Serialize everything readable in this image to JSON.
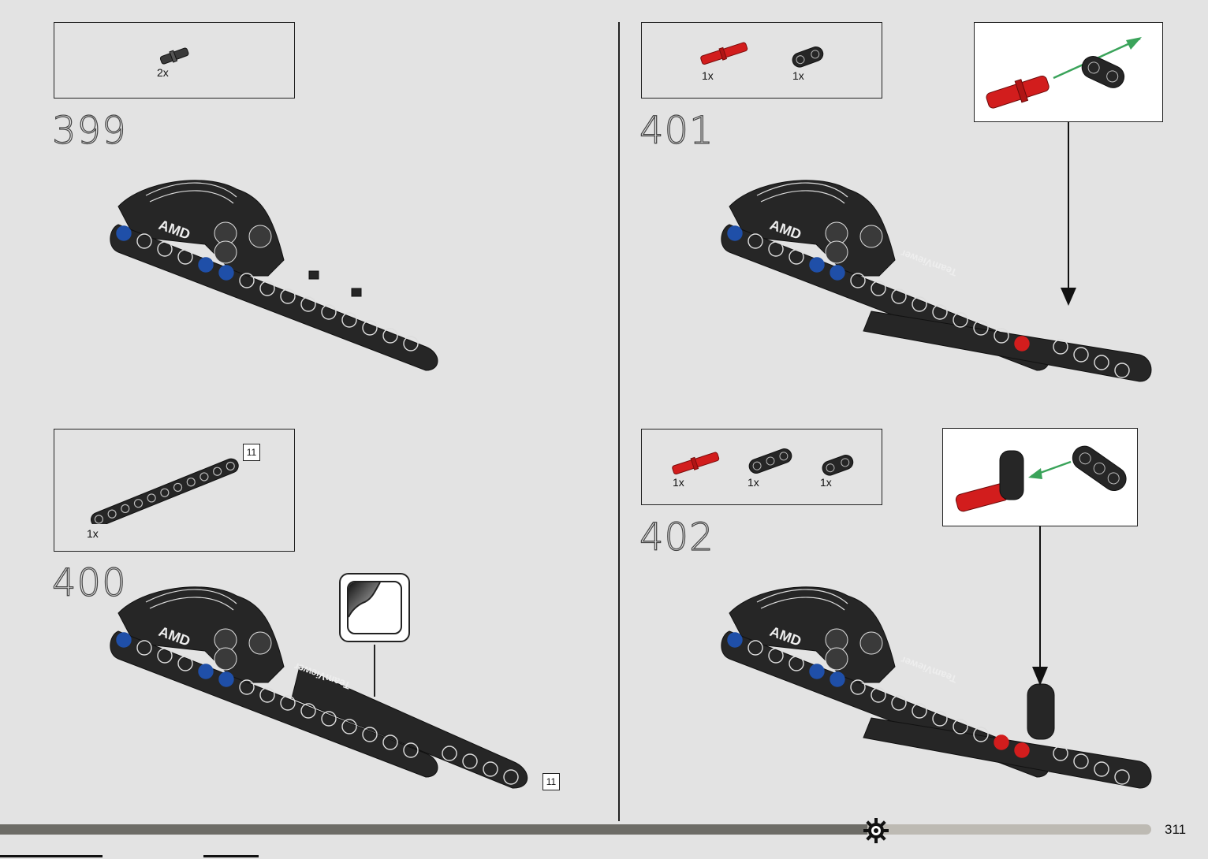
{
  "page_number": "311",
  "steps": [
    {
      "number": "399",
      "parts": [
        {
          "qty": "2x"
        }
      ]
    },
    {
      "number": "400",
      "parts": [
        {
          "qty": "1x"
        }
      ],
      "beam_length": "11",
      "model_beam_length": "11"
    },
    {
      "number": "401",
      "parts": [
        {
          "qty": "1x"
        },
        {
          "qty": "1x"
        }
      ]
    },
    {
      "number": "402",
      "parts": [
        {
          "qty": "1x"
        },
        {
          "qty": "1x"
        },
        {
          "qty": "1x"
        }
      ]
    }
  ],
  "model": {
    "brand_label": "AMD",
    "sponsor_label": "TeamViewer"
  },
  "colors": {
    "background": "#e3e3e3",
    "brick_black": "#262626",
    "pin_red": "#d21d1d",
    "pin_blue": "#1f4fa8",
    "arrow_green": "#3aa35a",
    "bar_dark": "#6d6c67",
    "bar_light": "#bdbab3"
  },
  "icons": [
    "gear-icon",
    "sticker-icon",
    "arrow-down-icon",
    "arrow-green-icon"
  ]
}
